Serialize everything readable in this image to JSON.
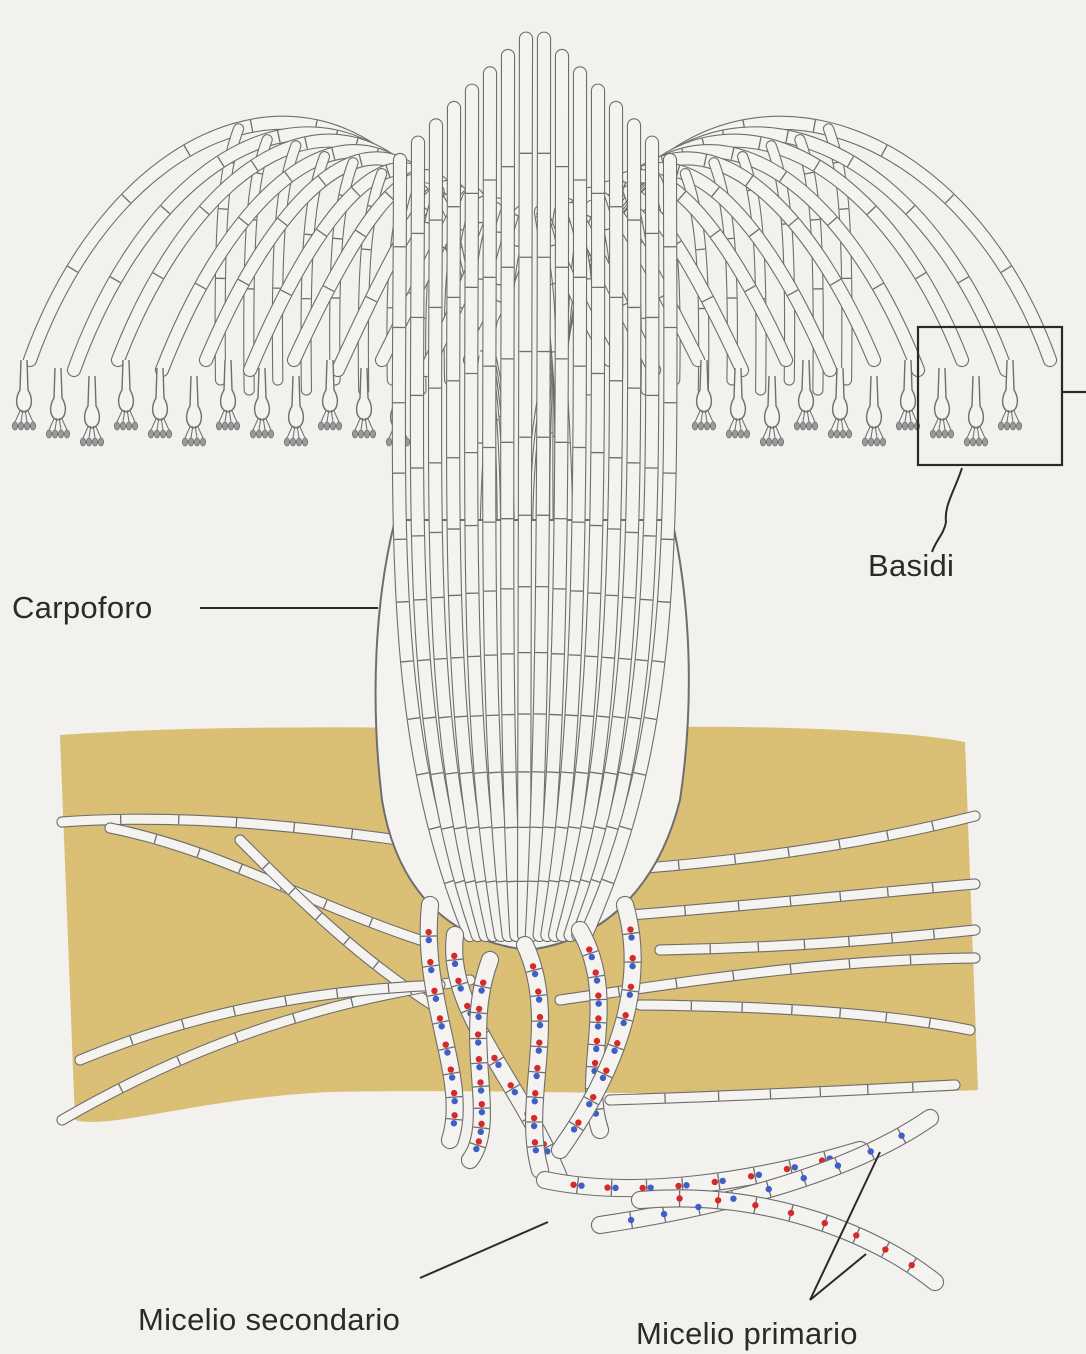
{
  "labels": {
    "basidi": "Basidi",
    "carpoforo": "Carpoforo",
    "micelio_secondario": "Micelio secondario",
    "micelio_primario": "Micelio primario"
  },
  "colors": {
    "background": "#f2f1ee",
    "soil": "#d9bd72",
    "soil_speckle": "#c9a54e",
    "hypha_fill": "#f4f3f0",
    "hypha_line": "#6e6e6e",
    "nucleus_red": "#d42a2a",
    "nucleus_blue": "#3f5fc8",
    "leader_line": "#2a2a2a"
  },
  "icons": {
    "zoom_frame": "square-frame-icon"
  }
}
